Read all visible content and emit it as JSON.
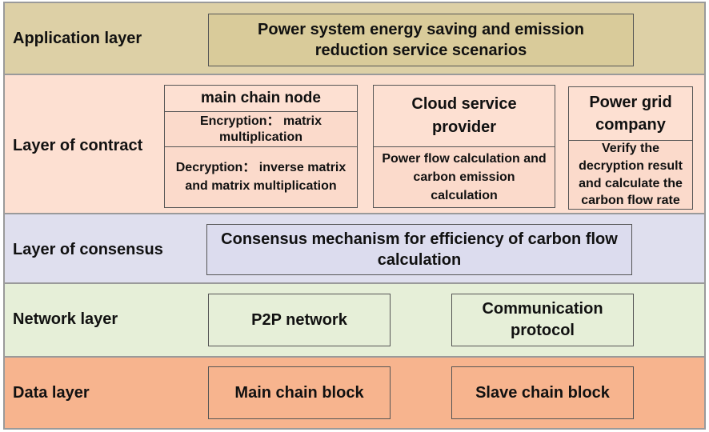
{
  "layers": [
    {
      "label": "Application layer",
      "color": "#ddd0a6"
    },
    {
      "label": "Layer of contract",
      "color": "#fde0d2"
    },
    {
      "label": "Layer of consensus",
      "color": "#dfdfee"
    },
    {
      "label": "Network layer",
      "color": "#e6efd8"
    },
    {
      "label": "Data layer",
      "color": "#f7b48e"
    }
  ],
  "application": {
    "scenario": "Power system energy saving and emission reduction service scenarios"
  },
  "contract": {
    "main_chain_node": {
      "title": "main chain node",
      "encryption": "Encryption： matrix multiplication",
      "decryption": "Decryption： inverse matrix and  matrix multiplication"
    },
    "cloud_service_provider": {
      "title": "Cloud service provider",
      "task": "Power flow calculation and carbon emission calculation"
    },
    "power_grid_company": {
      "title": "Power grid company",
      "task": "Verify the decryption result and calculate the carbon flow rate"
    }
  },
  "consensus": {
    "mechanism": "Consensus mechanism for efficiency of carbon flow calculation"
  },
  "network": {
    "p2p": "P2P network",
    "protocol": "Communication protocol"
  },
  "data": {
    "main_block": "Main chain block",
    "slave_block": "Slave chain block"
  }
}
